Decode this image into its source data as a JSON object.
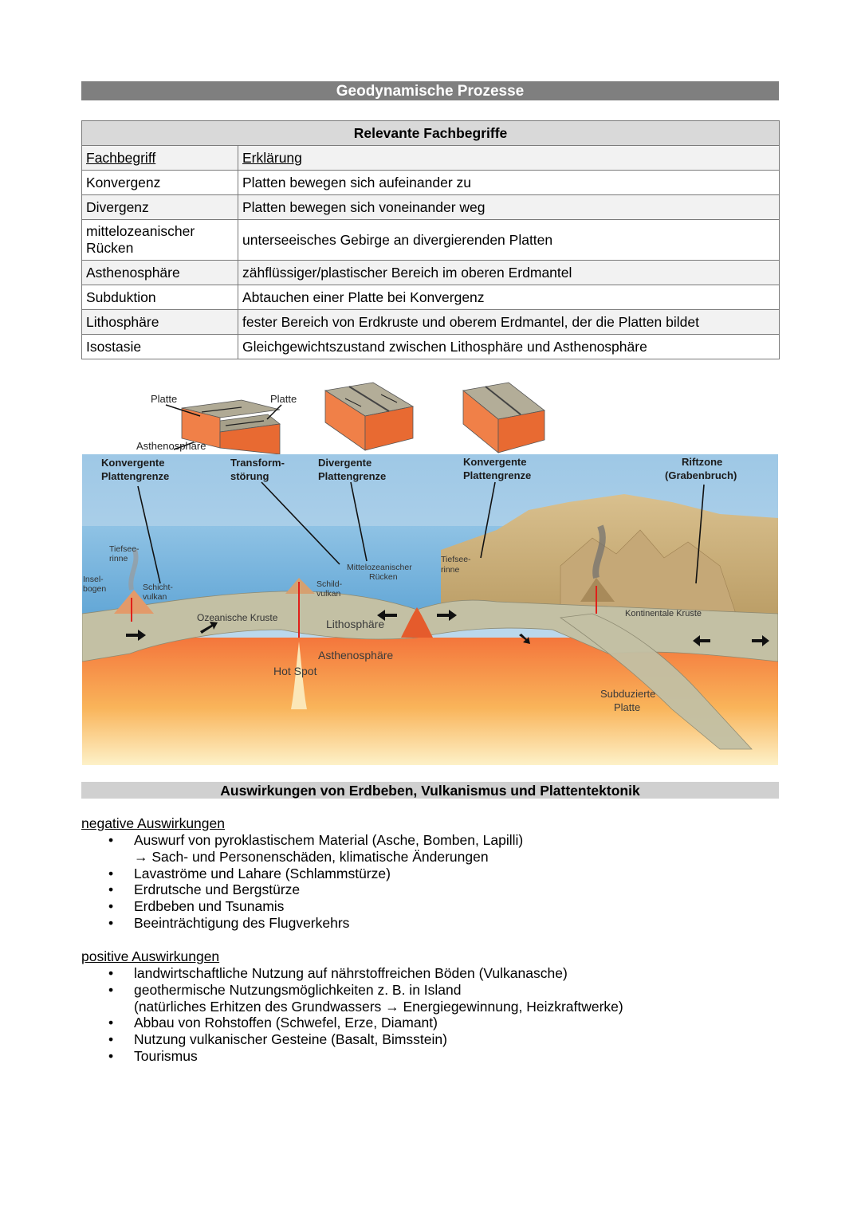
{
  "title": "Geodynamische Prozesse",
  "terms_table": {
    "heading": "Relevante Fachbegriffe",
    "col1": "Fachbegriff",
    "col2": "Erklärung",
    "rows": [
      {
        "term": "Konvergenz",
        "def": "Platten bewegen sich aufeinander zu"
      },
      {
        "term": "Divergenz",
        "def": "Platten bewegen sich voneinander weg"
      },
      {
        "term": "mittelozeanischer Rücken",
        "def": "unterseeisches Gebirge an divergierenden Platten"
      },
      {
        "term": "Asthenosphäre",
        "def": "zähflüssiger/plastischer Bereich im oberen Erdmantel"
      },
      {
        "term": "Subduktion",
        "def": "Abtauchen einer Platte bei Konvergenz"
      },
      {
        "term": "Lithosphäre",
        "def": "fester Bereich von Erdkruste und oberem Erdmantel, der die Platten bildet"
      },
      {
        "term": "Isostasie",
        "def": "Gleichgewichtszustand zwischen Lithosphäre und Asthenosphäre"
      }
    ]
  },
  "diagram": {
    "block_labels": {
      "platte_left": "Platte",
      "platte_right": "Platte",
      "asthenosphaere": "Asthenosphäre"
    },
    "boundary_labels": {
      "konvergent1_a": "Konvergente",
      "konvergent1_b": "Plattengrenze",
      "transform_a": "Transform-",
      "transform_b": "störung",
      "divergent_a": "Divergente",
      "divergent_b": "Plattengrenze",
      "konvergent2_a": "Konvergente",
      "konvergent2_b": "Plattengrenze",
      "riftzone_a": "Riftzone",
      "riftzone_b": "(Grabenbruch)"
    },
    "feature_labels": {
      "tiefsee1_a": "Tiefsee-",
      "tiefsee1_b": "rinne",
      "insel_a": "Insel-",
      "insel_b": "bogen",
      "schicht_a": "Schicht-",
      "schicht_b": "vulkan",
      "schild_a": "Schild-",
      "schild_b": "vulkan",
      "mor_a": "Mittelozeanischer",
      "mor_b": "Rücken",
      "tiefsee2_a": "Tiefsee-",
      "tiefsee2_b": "rinne",
      "ozeanische": "Ozeanische Kruste",
      "lithosphaere": "Lithosphäre",
      "asthenosphaere": "Asthenosphäre",
      "hotspot": "Hot Spot",
      "kontinentale": "Kontinentale Kruste",
      "subduziert_a": "Subduzierte",
      "subduziert_b": "Platte"
    }
  },
  "effects": {
    "heading": "Auswirkungen von Erdbeben, Vulkanismus und Plattentektonik",
    "negative": {
      "title": "negative Auswirkungen",
      "items": [
        {
          "text": "Auswurf von pyroklastischem Material (Asche, Bomben, Lapilli)",
          "cont": "→ Sach- und Personenschäden, klimatische Änderungen"
        },
        {
          "text": "Lavaströme und Lahare (Schlammstürze)"
        },
        {
          "text": "Erdrutsche und Bergstürze"
        },
        {
          "text": "Erdbeben und Tsunamis"
        },
        {
          "text": "Beeinträchtigung des Flugverkehrs"
        }
      ]
    },
    "positive": {
      "title": "positive Auswirkungen",
      "items": [
        {
          "text": "landwirtschaftliche Nutzung auf nährstoffreichen Böden (Vulkanasche)"
        },
        {
          "text": "geothermische Nutzungsmöglichkeiten z. B. in Island",
          "cont": "(natürliches Erhitzen des Grundwassers → Energiegewinnung, Heizkraftwerke)"
        },
        {
          "text": "Abbau von Rohstoffen (Schwefel, Erze, Diamant)"
        },
        {
          "text": "Nutzung vulkanischer Gesteine (Basalt, Bimsstein)"
        },
        {
          "text": "Tourismus"
        }
      ]
    }
  }
}
